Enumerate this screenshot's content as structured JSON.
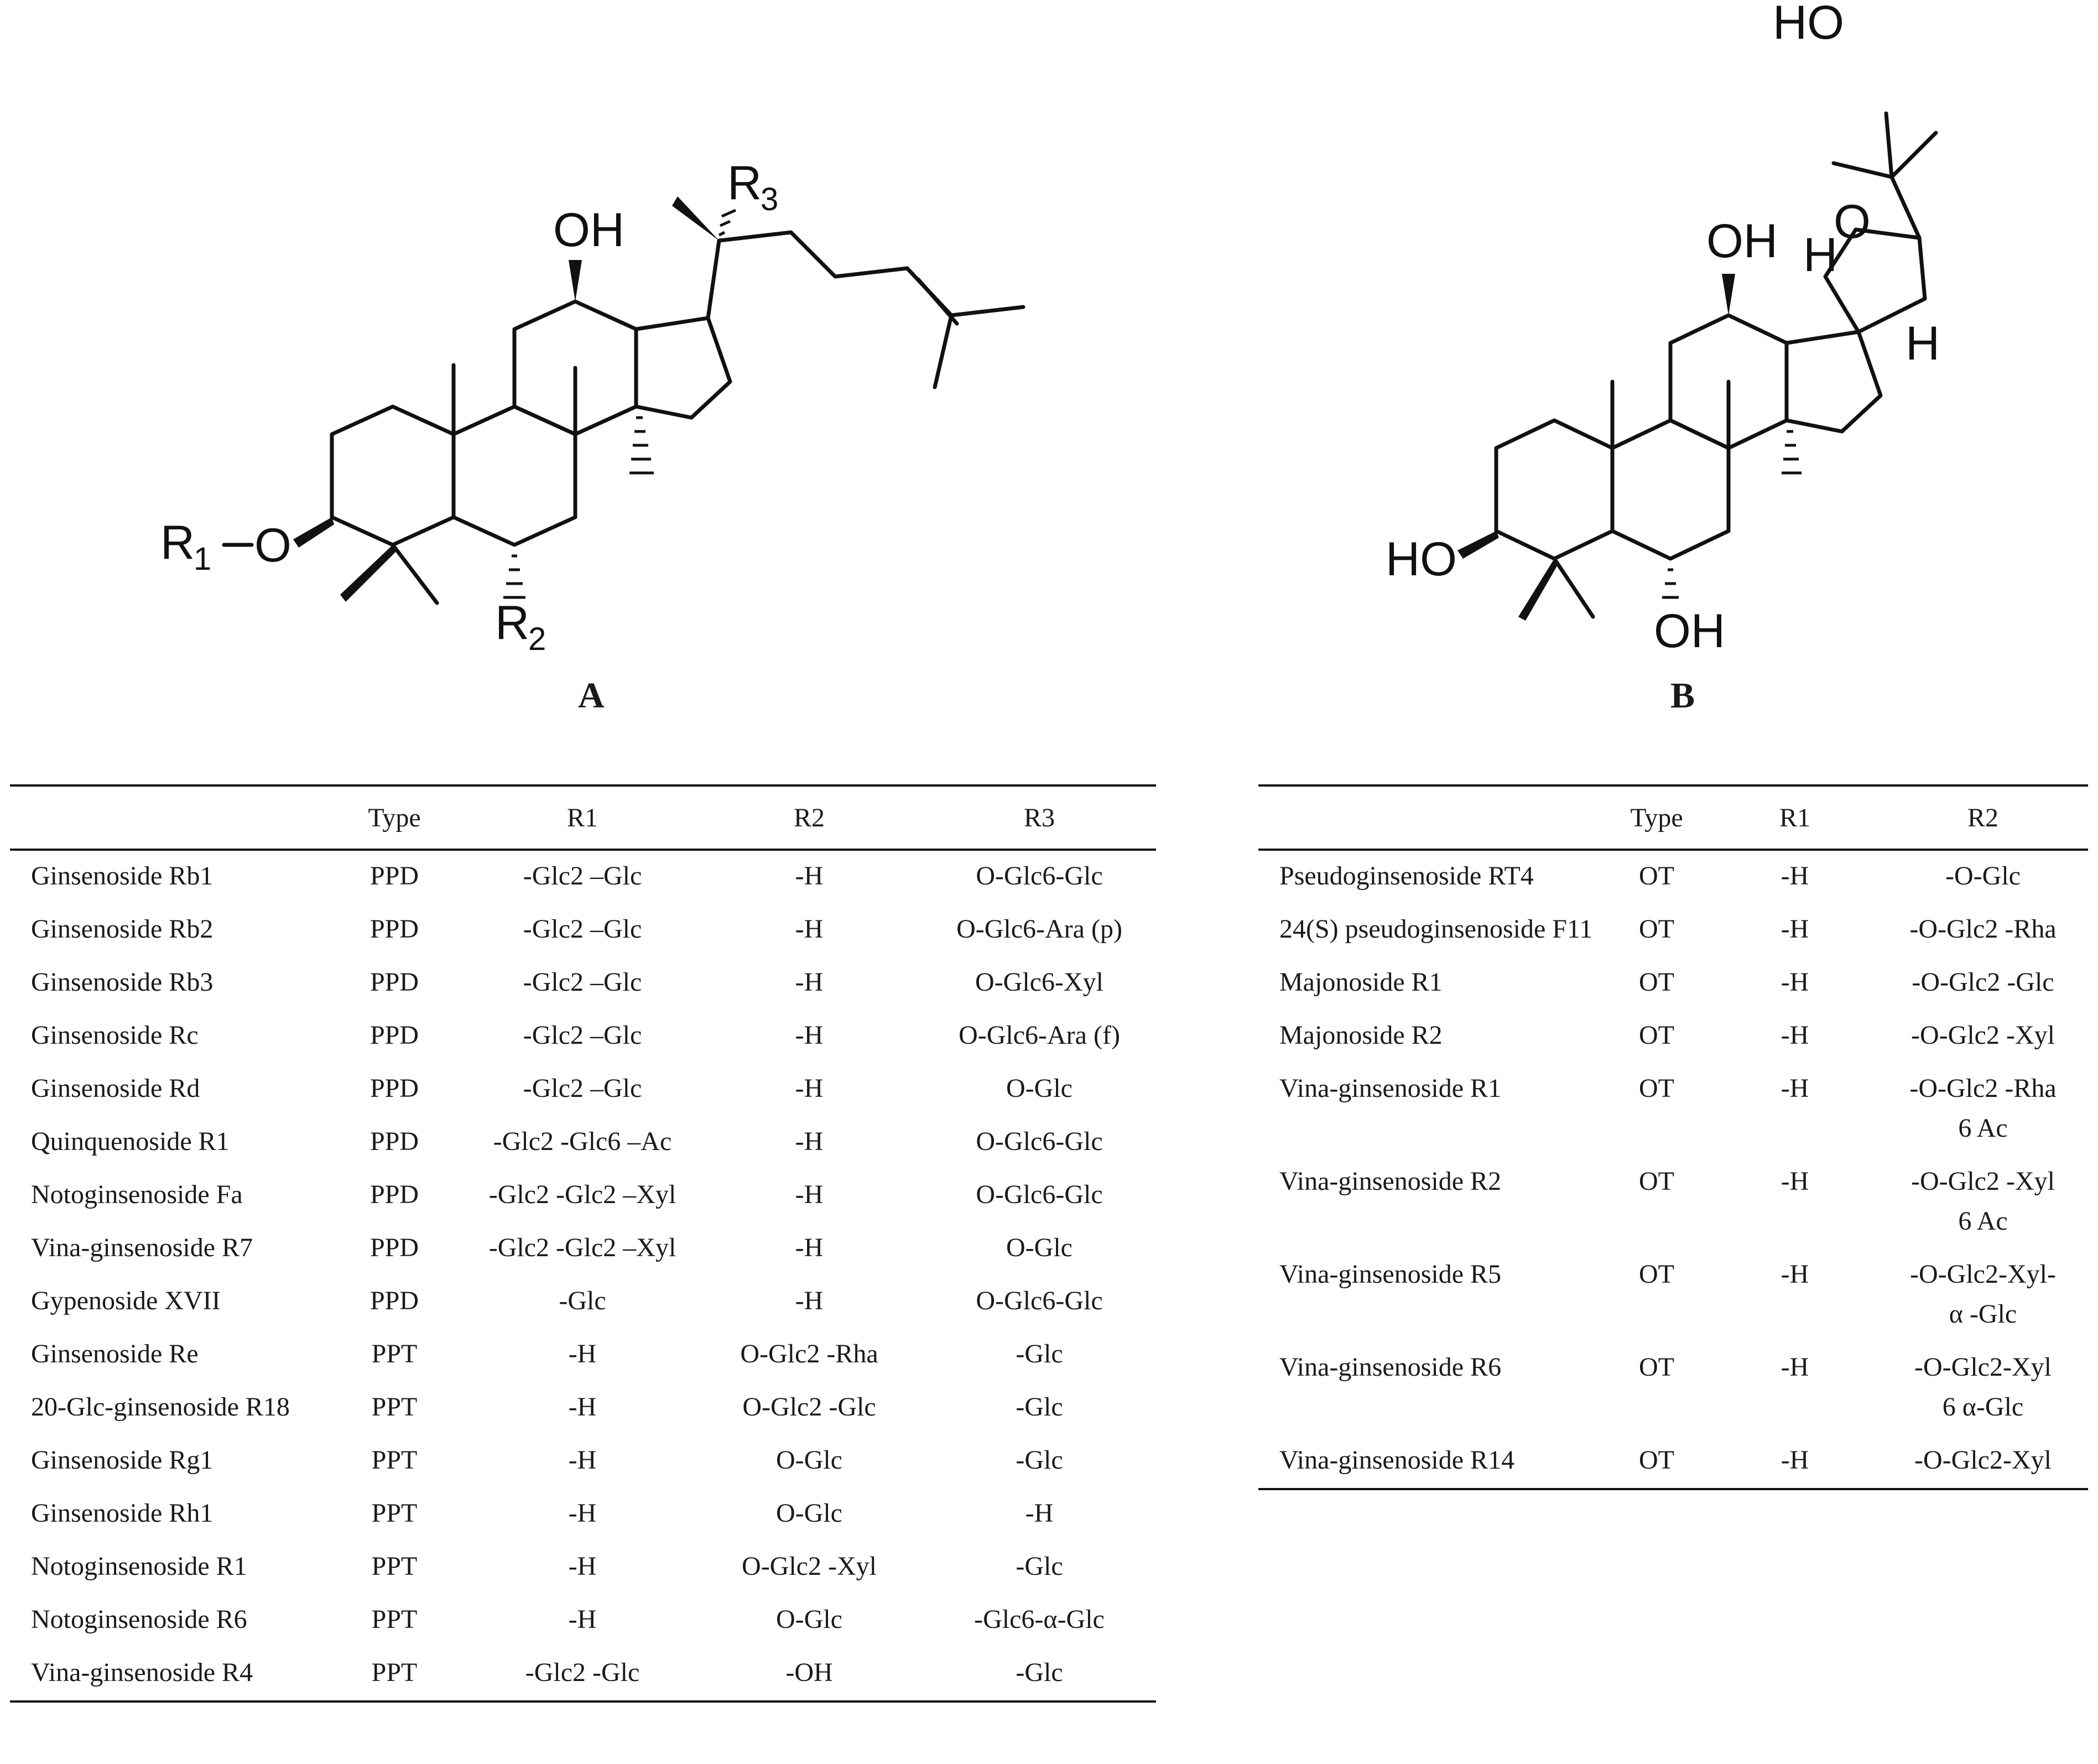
{
  "figure": {
    "panel_a": {
      "label": "A",
      "atoms": {
        "oh12": "OH",
        "r1o": "R1–O",
        "r1": "R",
        "r1_sub": "1",
        "o3": "O",
        "r2": "R",
        "r2_sub": "2",
        "r3": "R",
        "r3_sub": "3"
      }
    },
    "panel_b": {
      "label": "B",
      "atoms": {
        "ho_top": "HO",
        "oh12": "OH",
        "o_ring": "O",
        "h1": "H",
        "h2": "H",
        "ho3": "HO",
        "oh6": "OH"
      }
    }
  },
  "table_a": {
    "headers": [
      "",
      "Type",
      "R1",
      "R2",
      "R3"
    ],
    "rows": [
      [
        "Ginsenoside Rb1",
        "PPD",
        "-Glc2 –Glc",
        "-H",
        "O-Glc6-Glc"
      ],
      [
        "Ginsenoside Rb2",
        "PPD",
        "-Glc2 –Glc",
        "-H",
        "O-Glc6-Ara (p)"
      ],
      [
        "Ginsenoside Rb3",
        "PPD",
        "-Glc2 –Glc",
        "-H",
        "O-Glc6-Xyl"
      ],
      [
        "Ginsenoside Rc",
        "PPD",
        "-Glc2 –Glc",
        "-H",
        "O-Glc6-Ara (f)"
      ],
      [
        "Ginsenoside Rd",
        "PPD",
        "-Glc2 –Glc",
        "-H",
        "O-Glc"
      ],
      [
        "Quinquenoside R1",
        "PPD",
        "-Glc2 -Glc6 –Ac",
        "-H",
        "O-Glc6-Glc"
      ],
      [
        "Notoginsenoside Fa",
        "PPD",
        "-Glc2 -Glc2 –Xyl",
        "-H",
        "O-Glc6-Glc"
      ],
      [
        "Vina-ginsenoside R7",
        "PPD",
        "-Glc2 -Glc2 –Xyl",
        "-H",
        "O-Glc"
      ],
      [
        "Gypenoside XVII",
        "PPD",
        "-Glc",
        "-H",
        "O-Glc6-Glc"
      ],
      [
        "Ginsenoside Re",
        "PPT",
        "-H",
        "O-Glc2 -Rha",
        "-Glc"
      ],
      [
        "20-Glc-ginsenoside R18",
        "PPT",
        "-H",
        "O-Glc2 -Glc",
        "-Glc"
      ],
      [
        "Ginsenoside Rg1",
        "PPT",
        "-H",
        "O-Glc",
        "-Glc"
      ],
      [
        "Ginsenoside Rh1",
        "PPT",
        "-H",
        "O-Glc",
        "-H"
      ],
      [
        "Notoginsenoside R1",
        "PPT",
        "-H",
        "O-Glc2 -Xyl",
        "-Glc"
      ],
      [
        "Notoginsenoside R6",
        "PPT",
        "-H",
        "O-Glc",
        "-Glc6-α-Glc"
      ],
      [
        "Vina-ginsenoside R4",
        "PPT",
        "-Glc2 -Glc",
        "-OH",
        "-Glc"
      ]
    ]
  },
  "table_b": {
    "headers": [
      "",
      "Type",
      "R1",
      "R2"
    ],
    "rows": [
      [
        "Pseudoginsenoside RT4",
        "OT",
        "-H",
        "-O-Glc",
        ""
      ],
      [
        "24(S) pseudoginsenoside F11",
        "OT",
        "-H",
        "-O-Glc2 -Rha",
        ""
      ],
      [
        "Majonoside R1",
        "OT",
        "-H",
        "-O-Glc2 -Glc",
        ""
      ],
      [
        "Majonoside R2",
        "OT",
        "-H",
        "-O-Glc2 -Xyl",
        ""
      ],
      [
        "Vina-ginsenoside R1",
        "OT",
        "-H",
        "-O-Glc2 -Rha",
        "6 Ac"
      ],
      [
        "Vina-ginsenoside R2",
        "OT",
        "-H",
        "-O-Glc2 -Xyl",
        "6 Ac"
      ],
      [
        "Vina-ginsenoside R5",
        "OT",
        "-H",
        "-O-Glc2-Xyl-",
        "α -Glc"
      ],
      [
        "Vina-ginsenoside R6",
        "OT",
        "-H",
        "-O-Glc2-Xyl",
        "6 α-Glc"
      ],
      [
        "Vina-ginsenoside R14",
        "OT",
        "-H",
        "-O-Glc2-Xyl",
        ""
      ]
    ]
  }
}
